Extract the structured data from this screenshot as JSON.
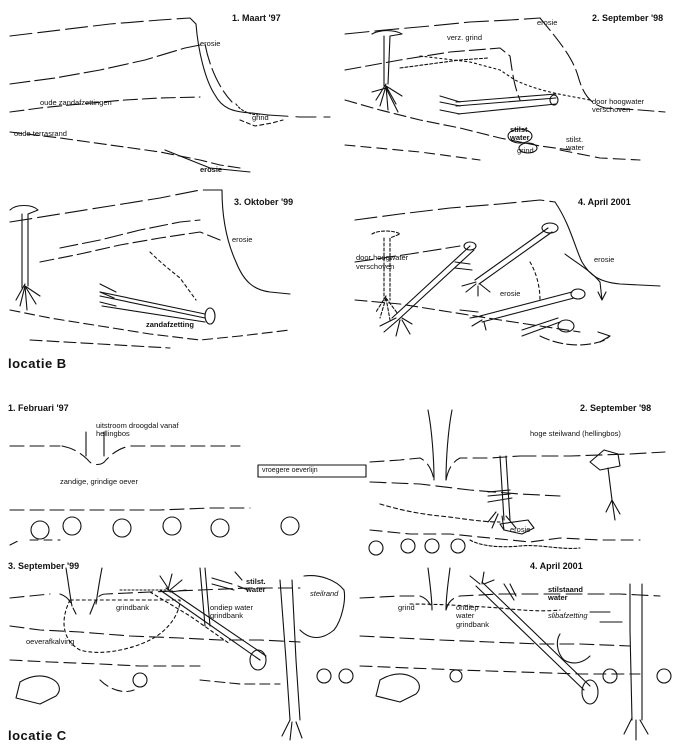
{
  "locatie_b": {
    "label": "locatie B",
    "panels": [
      {
        "title": "1. Maart '97",
        "labels": [
          "erosie",
          "oude zandafzettingen",
          "oude terrasrand",
          "grind",
          "erosie"
        ]
      },
      {
        "title": "2. September '98",
        "labels": [
          "erosie",
          "verz. grind",
          "door hoogwater verschoven",
          "stilst. water",
          "grind",
          "stilst. water"
        ]
      },
      {
        "title": "3. Oktober '99",
        "labels": [
          "erosie",
          "zandafzetting"
        ]
      },
      {
        "title": "4. April 2001",
        "labels": [
          "door hoogwater verschoven",
          "erosie",
          "erosie"
        ]
      }
    ]
  },
  "locatie_c": {
    "label": "locatie C",
    "panels": [
      {
        "title": "1. Februari '97",
        "labels": [
          "uitstroom droogdal vanaf hellingbos",
          "zandige, grindige oever",
          "vroegere oeverlijn"
        ]
      },
      {
        "title": "2. September '98",
        "labels": [
          "hoge steilwand (hellingbos)",
          "erosie"
        ]
      },
      {
        "title": "3. September '99",
        "labels": [
          "grindbank",
          "stilst. water",
          "ondiep water grindbank",
          "oeverafkalving",
          "steilrand"
        ]
      },
      {
        "title": "4. April 2001",
        "labels": [
          "grind",
          "ondiep water grindbank",
          "stilstaand water",
          "slibafzetting"
        ]
      }
    ]
  }
}
